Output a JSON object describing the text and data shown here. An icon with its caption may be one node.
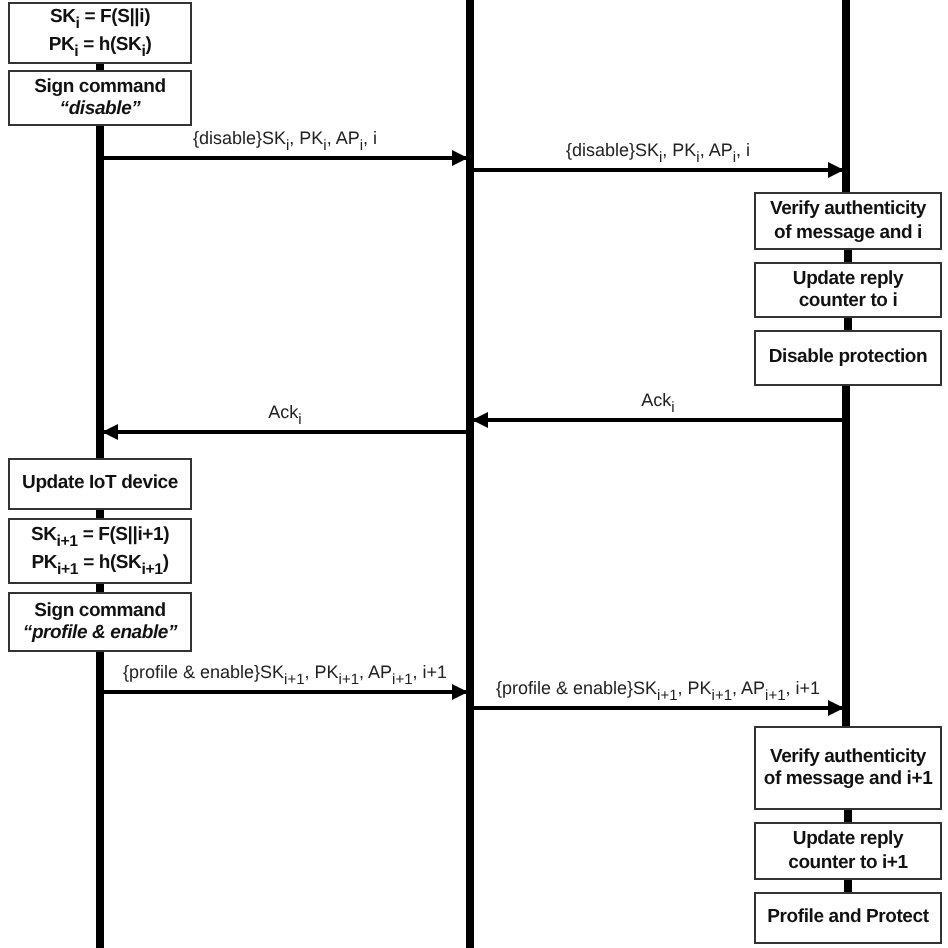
{
  "diagram": {
    "nodes": [
      {
        "text": [],
        "shape": "bar"
      },
      {
        "text": [],
        "shape": "bar"
      },
      {
        "text": [],
        "shape": "bar"
      },
      {
        "text": [],
        "shape": "bar"
      },
      {
        "text": [],
        "shape": "bar"
      },
      {
        "text": [
          "SK$_{i}$ = F(S||i)",
          "PK$_{i}$ = h(SK$_{i}$)"
        ]
      },
      {
        "text": [
          "Sign command",
          "“disable”"
        ]
      },
      {
        "text": [
          "Verify authenticity of message and i"
        ]
      },
      {
        "text": [
          "Update reply counter to i"
        ]
      },
      {
        "text": [
          "Disable protection"
        ]
      },
      {
        "text": [
          "Update IoT device"
        ]
      },
      {
        "text": [
          "SK$_{i+1}$ = F(S||i+1)",
          "PK$_{i+1}$ = h(SK$_{i+1}$)"
        ]
      },
      {
        "text": [
          "Sign command",
          "“profile & enable”"
        ]
      },
      {
        "text": [
          "Verify authenticity of message and i+1"
        ]
      },
      {
        "text": [
          "Update reply counter to i+1"
        ]
      },
      {
        "text": [
          "Profile and Protect"
        ]
      }
    ],
    "edges": [
      {
        "from": 0,
        "to": 2,
        "arrow": "to",
        "label": "{disable}SK$_{i}$, PK$_{i}$, AP$_{i}$, i"
      },
      {
        "from": 2,
        "to": 3,
        "arrow": "to",
        "label": "{disable}SK$_{i}$, PK$_{i}$, AP$_{i}$, i"
      },
      {
        "from": 4,
        "to": 2,
        "arrow": "to",
        "label": "Ack$_{i}$"
      },
      {
        "from": 2,
        "to": 0,
        "arrow": "to",
        "label": "Ack$_{i}$"
      },
      {
        "from": 1,
        "to": 2,
        "arrow": "to",
        "label": "{profile & enable}SK$_{i+1}$, PK$_{i+1}$, AP$_{i+1}$, i+1"
      },
      {
        "from": 2,
        "to": 4,
        "arrow": "to",
        "label": "{profile & enable}SK$_{i+1}$, PK$_{i+1}$, AP$_{i+1}$, i+1"
      }
    ]
  }
}
